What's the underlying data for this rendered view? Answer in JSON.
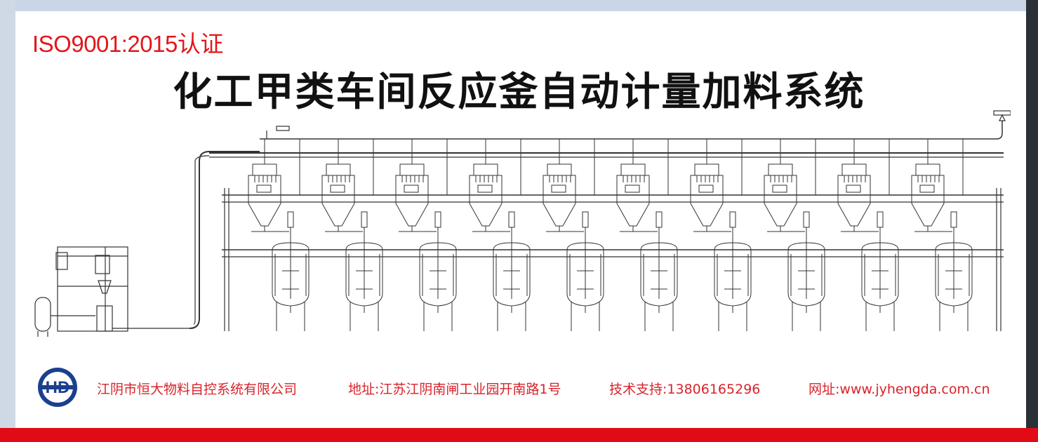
{
  "certification": "ISO9001:2015认证",
  "title": "化工甲类车间反应釜自动计量加料系统",
  "footer": {
    "company": "江阴市恒大物料自控系统有限公司",
    "address": "地址:江苏江阴南闸工业园开南路1号",
    "support": "技术支持:13806165296",
    "website": "网址:www.jyhengda.com.cn"
  },
  "logo": {
    "text": "HD",
    "color": "#1b3f8f"
  },
  "colors": {
    "accent": "#e2161c",
    "line": "#333333",
    "bar": "#e10b17"
  },
  "diagram": {
    "reactor_units": 10
  }
}
